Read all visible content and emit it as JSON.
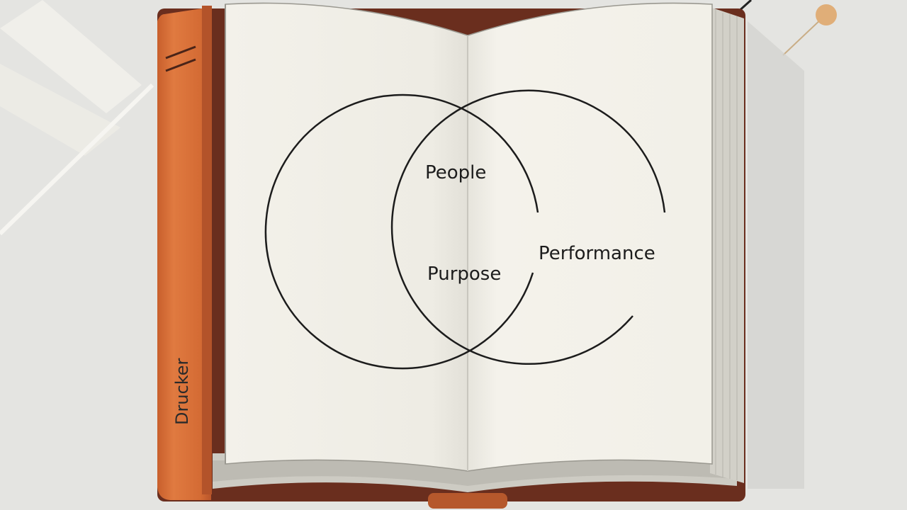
{
  "book": {
    "spine_title": "Drucker"
  },
  "diagram": {
    "labels": {
      "people": "People",
      "purpose": "Purpose",
      "performance": "Performance"
    }
  },
  "colors": {
    "background": "#e4e4e1",
    "cover_orange": "#d9703a",
    "cover_dark": "#6a2e1e",
    "page": "#f4f2ea",
    "ink": "#1c1c1c",
    "accent_dot": "#e0ae78"
  }
}
